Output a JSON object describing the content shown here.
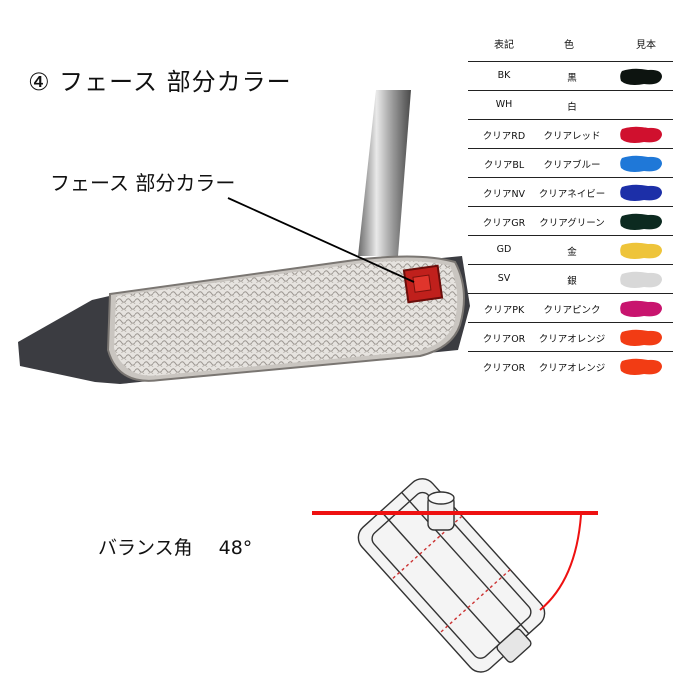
{
  "title": "④ フェース 部分カラー",
  "callout_label": "フェース 部分カラー",
  "balance": {
    "label": "バランス角",
    "value": "48°"
  },
  "table": {
    "headers": {
      "code": "表記",
      "color": "色",
      "sample": "見本"
    },
    "rows": [
      {
        "code": "BK",
        "color": "黒",
        "swatch": "#0d1410"
      },
      {
        "code": "WH",
        "color": "白",
        "swatch": ""
      },
      {
        "code": "クリアRD",
        "color": "クリアレッド",
        "swatch": "#d0102e"
      },
      {
        "code": "クリアBL",
        "color": "クリアブルー",
        "swatch": "#1f78d8"
      },
      {
        "code": "クリアNV",
        "color": "クリアネイビー",
        "swatch": "#1c2fa8"
      },
      {
        "code": "クリアGR",
        "color": "クリアグリーン",
        "swatch": "#0c2a20"
      },
      {
        "code": "GD",
        "color": "金",
        "swatch": "#eec43a"
      },
      {
        "code": "SV",
        "color": "銀",
        "swatch": "#d8d8d8"
      },
      {
        "code": "クリアPK",
        "color": "クリアピンク",
        "swatch": "#c8146e"
      },
      {
        "code": "クリアOR",
        "color": "クリアオレンジ",
        "swatch": "#f23c14"
      },
      {
        "code": "クリアOR",
        "color": "クリアオレンジ",
        "swatch": "#f23c14"
      }
    ]
  }
}
